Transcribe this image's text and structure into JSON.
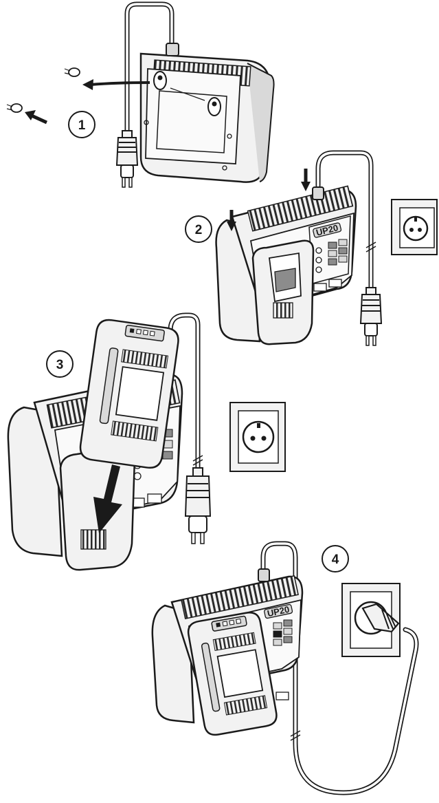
{
  "title": "",
  "steps": [
    {
      "number": "1",
      "description_visible": ""
    },
    {
      "number": "2",
      "description_visible": ""
    },
    {
      "number": "3",
      "description_visible": ""
    },
    {
      "number": "4",
      "description_visible": ""
    }
  ],
  "charger": {
    "brand_label": "UP20"
  },
  "colors": {
    "stroke": "#1a1a1a",
    "body_fill": "#f2f2f2",
    "shade": "#d9d9d9",
    "dark": "#8c8c8c",
    "arrow": "#1a1a1a"
  }
}
